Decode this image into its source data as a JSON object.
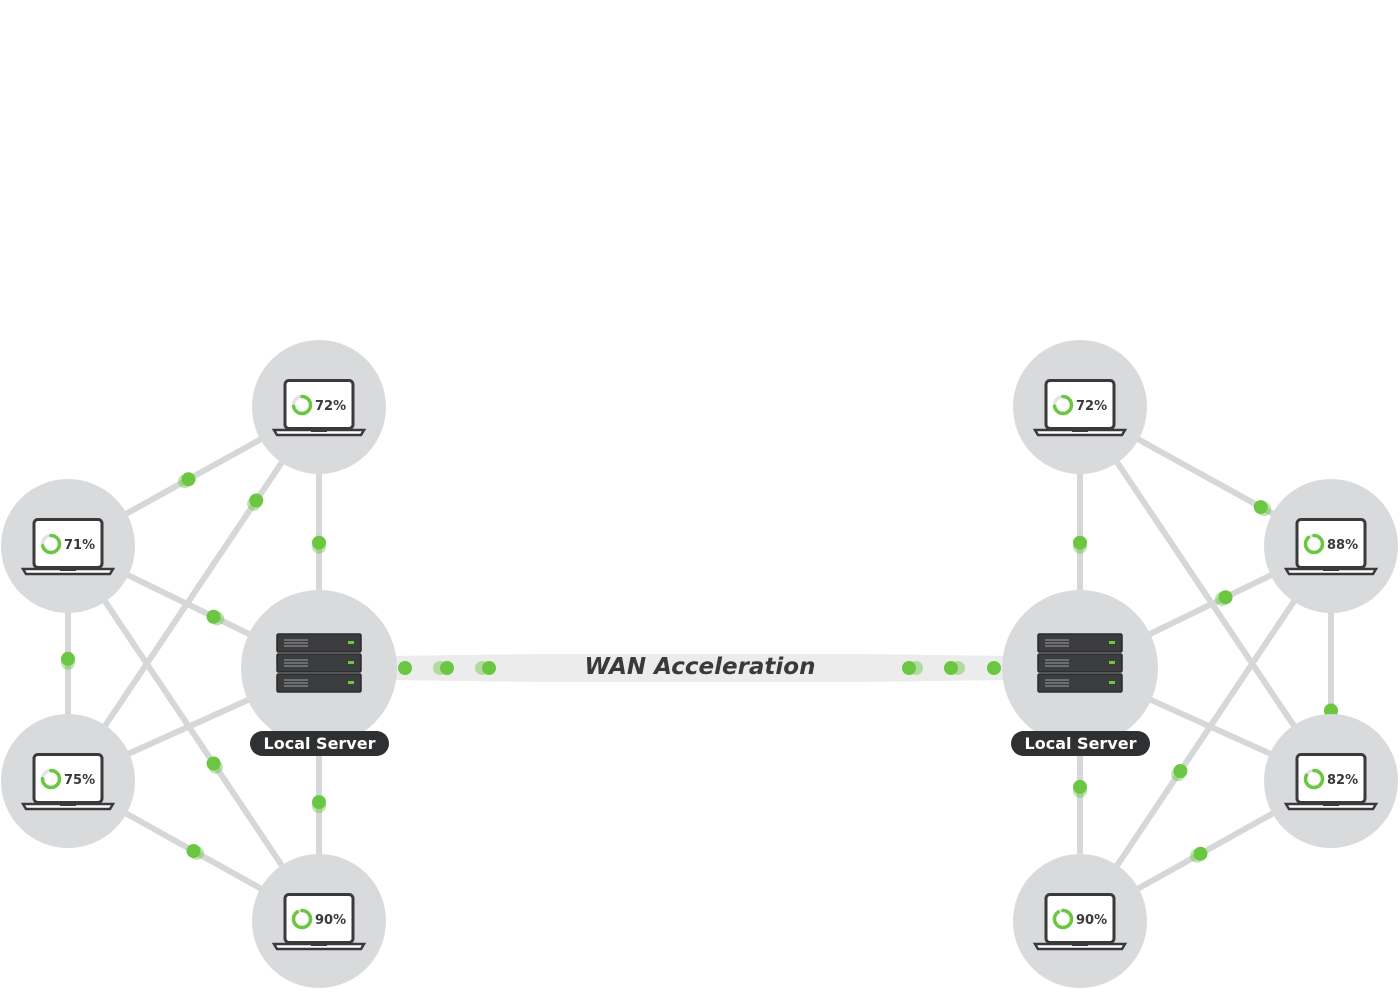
{
  "wan": {
    "label": "WAN Acceleration"
  },
  "servers": [
    {
      "id": "server-left",
      "label": "Local Server"
    },
    {
      "id": "server-right",
      "label": "Local Server"
    }
  ],
  "laptops": [
    {
      "id": "laptop-left-top",
      "label": "72%",
      "value": 0.72
    },
    {
      "id": "laptop-left-upper",
      "label": "71%",
      "value": 0.71
    },
    {
      "id": "laptop-left-lower",
      "label": "75%",
      "value": 0.75
    },
    {
      "id": "laptop-left-bottom",
      "label": "90%",
      "value": 0.9
    },
    {
      "id": "laptop-right-top",
      "label": "72%",
      "value": 0.72
    },
    {
      "id": "laptop-right-upper",
      "label": "88%",
      "value": 0.88
    },
    {
      "id": "laptop-right-lower",
      "label": "82%",
      "value": 0.82
    },
    {
      "id": "laptop-right-bottom",
      "label": "90%",
      "value": 0.9
    }
  ],
  "colors": {
    "accent": "#6bc742",
    "node": "#d9dadb",
    "link": "#d6d7d8",
    "dark": "#3a3a3c"
  }
}
